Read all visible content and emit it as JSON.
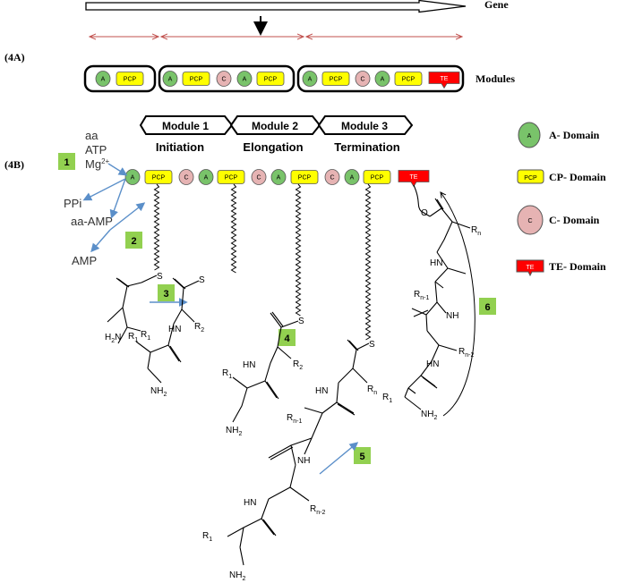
{
  "gene_label": "Gene",
  "section_a_label": "(4A)",
  "section_b_label": "(4B)",
  "modules_label": "Modules",
  "domains": {
    "a": "A",
    "pcp": "PCP",
    "c": "C",
    "te": "TE"
  },
  "module_headers": [
    {
      "title": "Module 1",
      "subtitle": "Initiation"
    },
    {
      "title": "Module 2",
      "subtitle": "Elongation"
    },
    {
      "title": "Module 3",
      "subtitle": "Termination"
    }
  ],
  "legend": [
    {
      "symbol": "A",
      "label": "A- Domain",
      "color": "#79c36a"
    },
    {
      "symbol": "PCP",
      "label": "CP- Domain",
      "color": "#ffff00"
    },
    {
      "symbol": "C",
      "label": "C- Domain",
      "color": "#e6b3b3"
    },
    {
      "symbol": "TE",
      "label": "TE- Domain",
      "color": "#ff0000"
    }
  ],
  "steps": [
    "1",
    "2",
    "3",
    "4",
    "5",
    "6"
  ],
  "reagents": {
    "aa": "aa",
    "atp": "ATP",
    "mg": "Mg",
    "mg_sup": "2+",
    "ppi": "PPi",
    "aa_amp": "aa-AMP",
    "amp": "AMP"
  },
  "chem": {
    "s": "S",
    "nh2": "NH",
    "h2n": "H",
    "hn": "HN",
    "nh": "NH",
    "o": "O",
    "r1": "R",
    "r2": "R",
    "rn": "R",
    "rn1": "R",
    "rn2": "R",
    "sub_1": "1",
    "sub_2": "2",
    "sub_n": "n",
    "sub_n1": "n-1",
    "sub_n2": "n-2"
  },
  "colors": {
    "a_domain": "#79c36a",
    "pcp_domain": "#ffff00",
    "c_domain": "#e6b3b3",
    "te_domain": "#ff0000",
    "step_box": "#92d050",
    "blue_arrow": "#5b8fc9",
    "red_line": "#c0504d"
  }
}
